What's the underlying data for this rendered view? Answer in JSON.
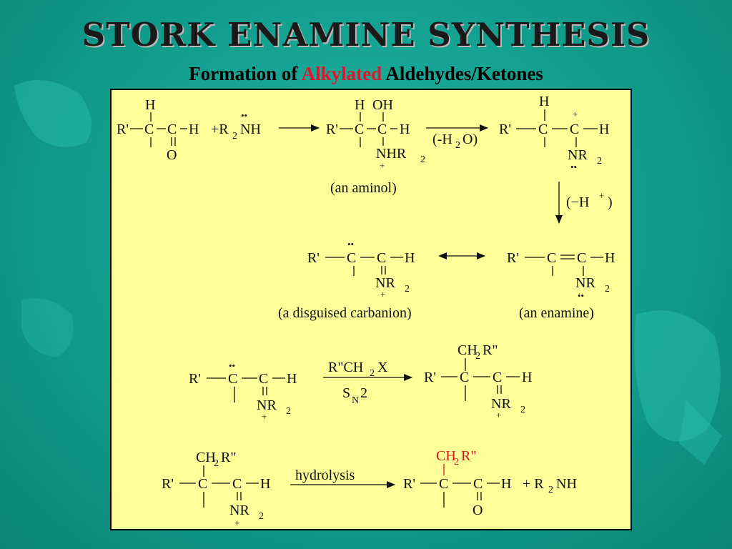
{
  "slide": {
    "title": "STORK ENAMINE SYNTHESIS",
    "subtitle": {
      "before": "Formation of ",
      "highlight": "Alkylated",
      "after": " Aldehydes/Ketones"
    }
  },
  "labels": {
    "aminol": "(an aminol)",
    "carbanion": "(a disguised carbanion)",
    "enamine": "(an enamine)",
    "minus_water": "(-H",
    "minus_water_sub": "2",
    "minus_water_end": "O)",
    "minus_h": "(−H",
    "minus_h_sup": "+",
    "minus_h_end": ")",
    "alkyl_reagent_a": "R\"CH",
    "alkyl_reagent_sub": "2",
    "alkyl_reagent_b": "X",
    "sn2_s": "S",
    "sn2_n": "N",
    "sn2_2": "2",
    "hydrolysis": "hydrolysis"
  },
  "atoms": {
    "H": "H",
    "C": "C",
    "O": "O",
    "OH": "OH",
    "Rp": "R'",
    "NHR": "NHR",
    "NR": "NR",
    "two": "2",
    "plus": "+",
    "plus_reagent": "+R",
    "plus_r2": "+ R",
    "NH": "NH",
    "CH": "CH",
    "Rpp": "R\"",
    "lone_pair": "••"
  },
  "colors": {
    "accent": "#e8132b",
    "background": "#109a8a",
    "panel": "#ffff99"
  }
}
